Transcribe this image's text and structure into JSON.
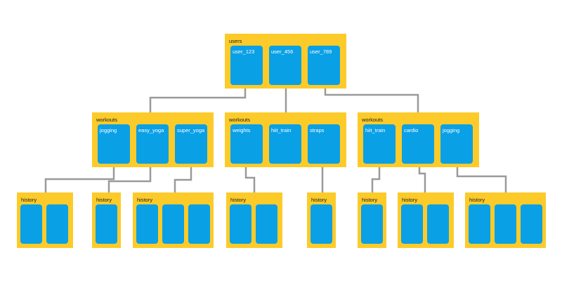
{
  "colors": {
    "box": "#fccb2a",
    "slot": "#0aa0e6",
    "connector": "#9a9a9a",
    "background": "#ffffff"
  },
  "root": {
    "label": "users",
    "children": [
      {
        "label": "user_123"
      },
      {
        "label": "user_456"
      },
      {
        "label": "user_789"
      }
    ]
  },
  "workouts": [
    {
      "label": "workouts",
      "children": [
        {
          "label": "jogging"
        },
        {
          "label": "easy_yoga"
        },
        {
          "label": "super_yoga"
        }
      ]
    },
    {
      "label": "workouts",
      "children": [
        {
          "label": "weights"
        },
        {
          "label": "hiit_train"
        },
        {
          "label": "straps"
        }
      ]
    },
    {
      "label": "workouts",
      "children": [
        {
          "label": "hiit_train"
        },
        {
          "label": "cardio"
        },
        {
          "label": "jogging"
        }
      ]
    }
  ],
  "history": [
    {
      "label": "history",
      "slots": 2
    },
    {
      "label": "history",
      "slots": 1
    },
    {
      "label": "history",
      "slots": 3
    },
    {
      "label": "history",
      "slots": 2
    },
    {
      "label": "history",
      "slots": 1
    },
    {
      "label": "history",
      "slots": 1
    },
    {
      "label": "history",
      "slots": 2
    },
    {
      "label": "history",
      "slots": 3
    }
  ]
}
